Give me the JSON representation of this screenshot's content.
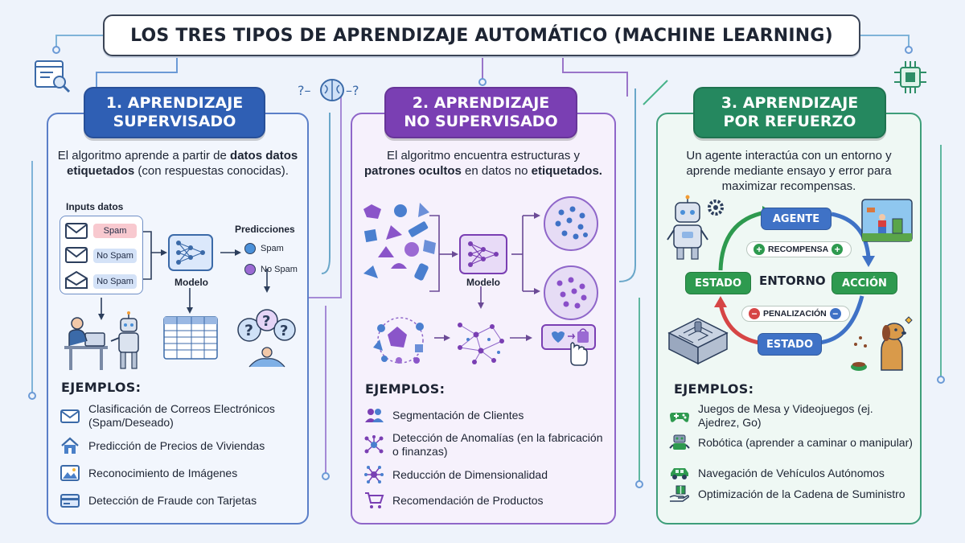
{
  "title": "LOS TRES TIPOS DE APRENDIZAJE AUTOMÁTICO (MACHINE LEARNING)",
  "panels": {
    "supervised": {
      "banner_line1": "1. APRENDIZAJE",
      "banner_line2": "SUPERVISADO",
      "desc_a": "El algoritmo aprende a partir de ",
      "desc_b": "datos datos etiquetados",
      "desc_c": " (con respuestas conocidas).",
      "inputs_label": "Inputs datos",
      "chips": [
        "Spam",
        "No Spam",
        "No Spam"
      ],
      "model_label": "Modelo",
      "predictions_label": "Predicciones",
      "pred_items": [
        "Spam",
        "No Spam"
      ],
      "examples_title": "EJEMPLOS:",
      "examples": [
        {
          "text": "Clasificación de Correos Electrónicos (Spam/Deseado)",
          "icon": "email-icon"
        },
        {
          "text": "Predicción de Precios de Viviendas",
          "icon": "house-icon"
        },
        {
          "text": "Reconocimiento de Imágenes",
          "icon": "image-icon"
        },
        {
          "text": "Detección de Fraude con Tarjetas",
          "icon": "credit-card-icon"
        }
      ]
    },
    "unsupervised": {
      "banner_line1": "2. APRENDIZAJE",
      "banner_line2": "NO SUPERVISADO",
      "desc_a": "El algoritmo encuentra estructuras y ",
      "desc_b": "patrones ocultos",
      "desc_c": " en datos no ",
      "desc_d": "etiquetados.",
      "model_label": "Modelo",
      "examples_title": "EJEMPLOS:",
      "examples": [
        {
          "text": "Segmentación de Clientes",
          "icon": "people-icon"
        },
        {
          "text": "Detección de Anomalías (en la fabricación o finanzas)",
          "icon": "network-icon"
        },
        {
          "text": "Reducción de Dimensionalidad",
          "icon": "hub-icon"
        },
        {
          "text": "Recomendación de Productos",
          "icon": "cart-icon"
        }
      ]
    },
    "reinforcement": {
      "banner_line1": "3. APRENDIZAJE",
      "banner_line2": "POR REFUERZO",
      "desc_a": "Un agente interactúa con un entorno y aprende mediante ensayo y error para maximizar recompensas.",
      "agent": "AGENTE",
      "state_left": "ESTADO",
      "environment": "ENTORNO",
      "action": "ACCIÓN",
      "state_bottom": "ESTADO",
      "reward": "RECOMPENSA",
      "penalty": "PENALIZACIÓN",
      "examples_title": "EJEMPLOS:",
      "examples": [
        {
          "text": "Juegos de Mesa y Videojuegos (ej. Ajedrez, Go)",
          "icon": "gamepad-icon"
        },
        {
          "text": "Robótica (aprender a caminar o manipular)",
          "icon": "robot-icon"
        },
        {
          "text": "Navegación de Vehículos Autónomos",
          "icon": "car-icon"
        },
        {
          "text": "Optimización de la Cadena de Suministro",
          "icon": "package-hand-icon"
        }
      ]
    }
  },
  "colors": {
    "supervised": "#2f5fb4",
    "unsupervised": "#7a3fb3",
    "reinforcement": "#25885f",
    "reward": "#2e9a4f",
    "penalty": "#d64545"
  }
}
